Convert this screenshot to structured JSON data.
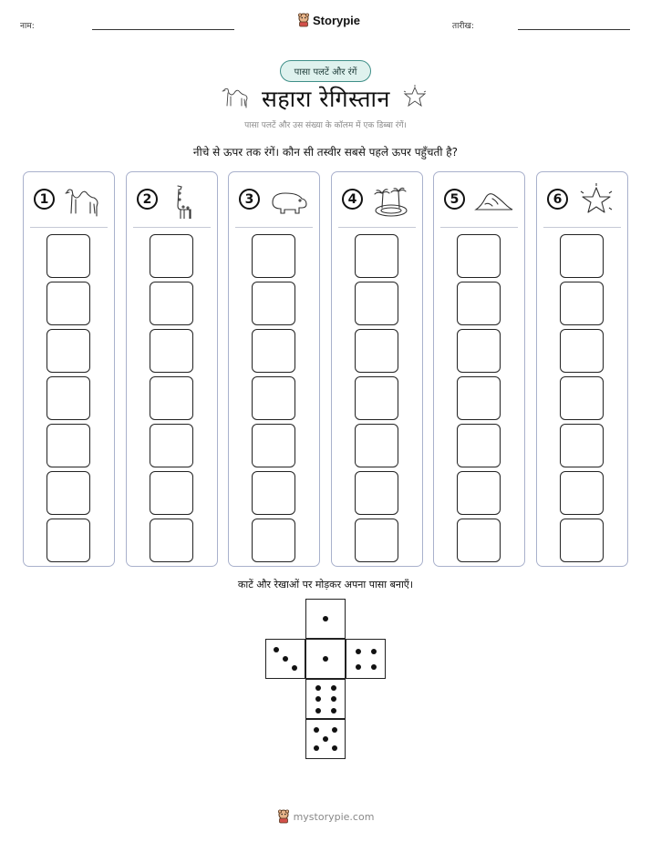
{
  "header": {
    "name_label": "नाम:",
    "date_label": "तारीख:",
    "brand": "Storypie"
  },
  "title_block": {
    "pill": "पासा पलटें और रंगें",
    "title": "सहारा रेगिस्तान",
    "subtitle": "पासा पलटें और उस संख्या के कॉलम में एक डिब्बा रंगें।",
    "instruction": "नीचे से ऊपर तक रंगें। कौन सी तस्वीर सबसे पहले ऊपर पहुँचती है?"
  },
  "columns": [
    {
      "number": "1",
      "icon": "camel-icon",
      "boxes": 7
    },
    {
      "number": "2",
      "icon": "giraffe-icon",
      "boxes": 7
    },
    {
      "number": "3",
      "icon": "hippo-icon",
      "boxes": 7
    },
    {
      "number": "4",
      "icon": "oasis-icon",
      "boxes": 7
    },
    {
      "number": "5",
      "icon": "sand-dune-icon",
      "boxes": 7
    },
    {
      "number": "6",
      "icon": "star-icon",
      "boxes": 7
    }
  ],
  "dice_net": {
    "instruction": "काटें और रेखाओं पर मोड़कर अपना पासा बनाएँ।",
    "faces": [
      1,
      3,
      1,
      4,
      6,
      5
    ]
  },
  "footer": {
    "site": "mystorypie.com"
  }
}
